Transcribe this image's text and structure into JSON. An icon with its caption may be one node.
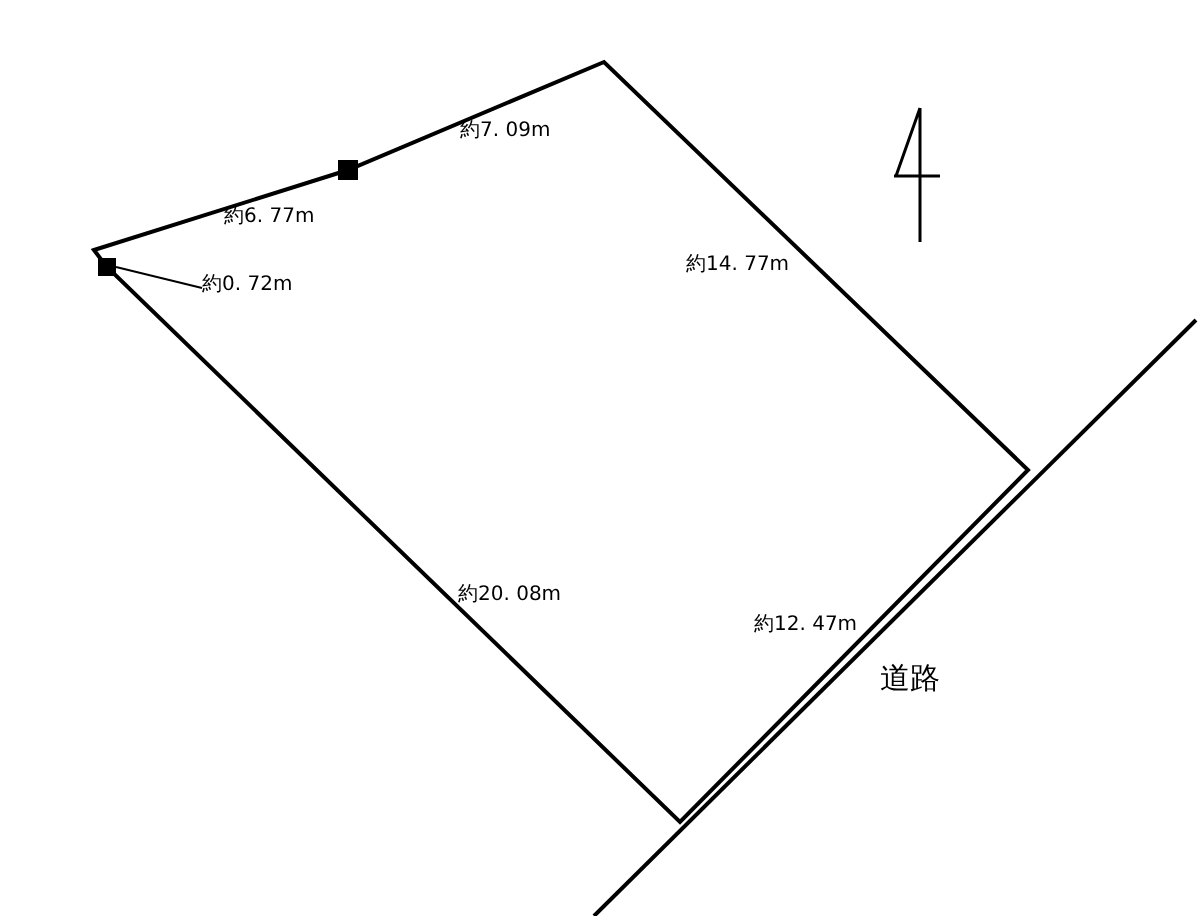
{
  "diagram": {
    "nodes": [
      {
        "text": [
          "約0. 72m"
        ]
      },
      {
        "text": [],
        "shape": "box"
      }
    ],
    "edges": [
      {
        "from": 0,
        "to": 1,
        "arrow": "none"
      }
    ],
    "labels": [
      "約7. 09m",
      "約6. 77m",
      "約14. 77m",
      "約20. 08m",
      "約12. 47m",
      "道路"
    ]
  }
}
